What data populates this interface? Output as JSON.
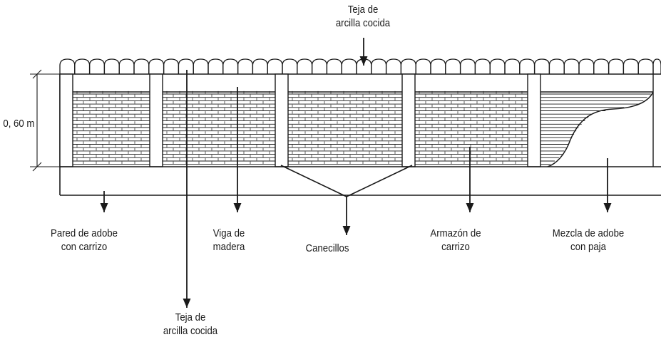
{
  "labels": {
    "teja_top": [
      "Teja de",
      "arcilla cocida"
    ],
    "height": "0, 60 m",
    "pared": [
      "Pared de adobe",
      "con carrizo"
    ],
    "viga": [
      "Viga de",
      "madera"
    ],
    "canecillos": "Canecillos",
    "armazon": [
      "Armazón de",
      "carrizo"
    ],
    "mezcla": [
      "Mezcla de adobe",
      "con paja"
    ],
    "teja_bottom": [
      "Teja de",
      "arcilla cocida"
    ]
  },
  "colors": {
    "line": "#1a1a1a",
    "background": "#ffffff"
  }
}
